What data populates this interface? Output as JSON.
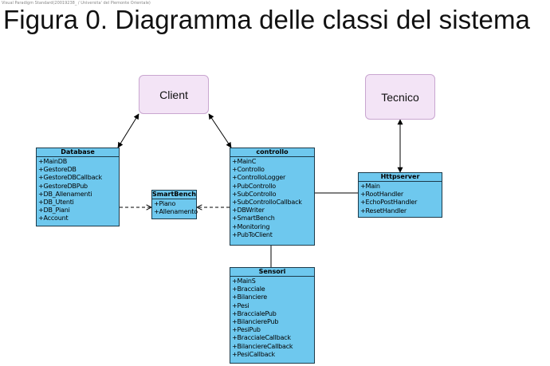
{
  "watermark": "Visual Paradigm Standard(20019238_ / Universita' del Piemonte Orientale)",
  "title": "Figura 0. Diagramma delle classi del sistema",
  "actors": {
    "client": "Client",
    "tecnico": "Tecnico"
  },
  "classes": {
    "database": {
      "name": "Database",
      "attributes": [
        "+MainDB",
        "+GestoreDB",
        "+GestoreDBCallback",
        "+GestoreDBPub",
        "+DB_Allenamenti",
        "+DB_Utenti",
        "+DB_Piani",
        "+Account"
      ]
    },
    "smartbench": {
      "name": "SmartBench",
      "attributes": [
        "+Piano",
        "+Allenamento"
      ]
    },
    "controllo": {
      "name": "controllo",
      "attributes": [
        "+MainC",
        "+Controllo",
        "+ControlloLogger",
        "+PubControllo",
        "+SubControllo",
        "+SubControlloCallback",
        "+DBWriter",
        "+SmartBench",
        "+Monitoring",
        "+PubToClient"
      ]
    },
    "httpserver": {
      "name": "Httpserver",
      "attributes": [
        "+Main",
        "+RootHandler",
        "+EchoPostHandler",
        "+ResetHandler"
      ]
    },
    "sensori": {
      "name": "Sensori",
      "attributes": [
        "+MainS",
        "+Bracciale",
        "+Bilanciere",
        "+Pesi",
        "+BraccialePub",
        "+BilancierePub",
        "+PesiPub",
        "+BraccialeCallback",
        "+BilanciereCallback",
        "+PesiCallback"
      ]
    }
  }
}
